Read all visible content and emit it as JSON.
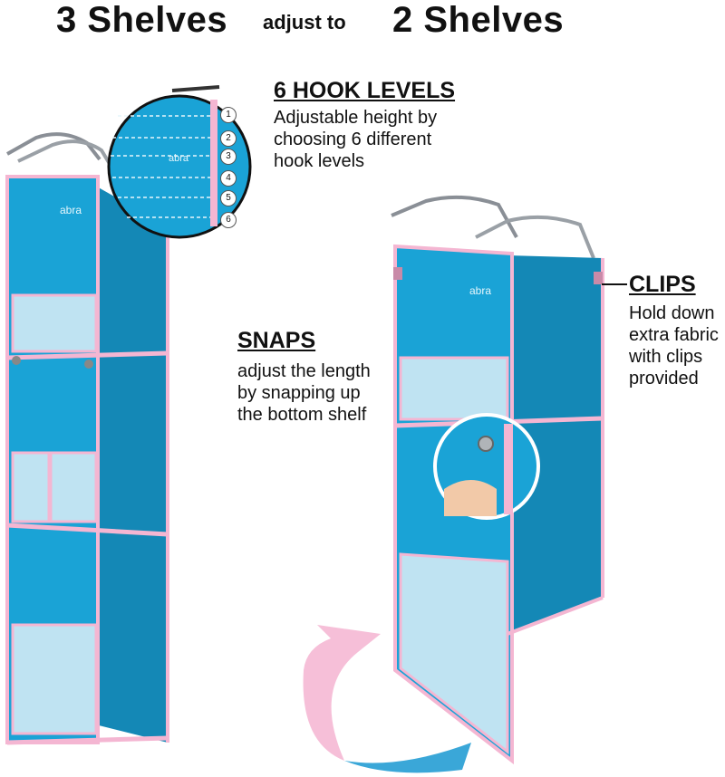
{
  "header": {
    "left_title": "3 Shelves",
    "connector": "adjust to",
    "right_title": "2 Shelves"
  },
  "hook_levels": {
    "heading": "6 HOOK LEVELS",
    "desc_lines": [
      "Adjustable height by",
      "choosing 6 different",
      "hook levels"
    ],
    "levels": [
      "1",
      "2",
      "3",
      "4",
      "5",
      "6"
    ]
  },
  "snaps": {
    "heading": "SNAPS",
    "desc_lines": [
      "adjust the length",
      "by snapping up",
      "the bottom shelf"
    ]
  },
  "clips": {
    "heading": "CLIPS",
    "desc_lines": [
      "Hold down",
      "extra fabric",
      "with clips",
      "provided"
    ]
  },
  "brand": "abra",
  "colors": {
    "fabric": "#1aa3d6",
    "fabric_dark": "#1488b6",
    "trim": "#f4b6d2",
    "arrow_pink": "#f6bfd8",
    "arrow_blue": "#3aa7d8"
  }
}
